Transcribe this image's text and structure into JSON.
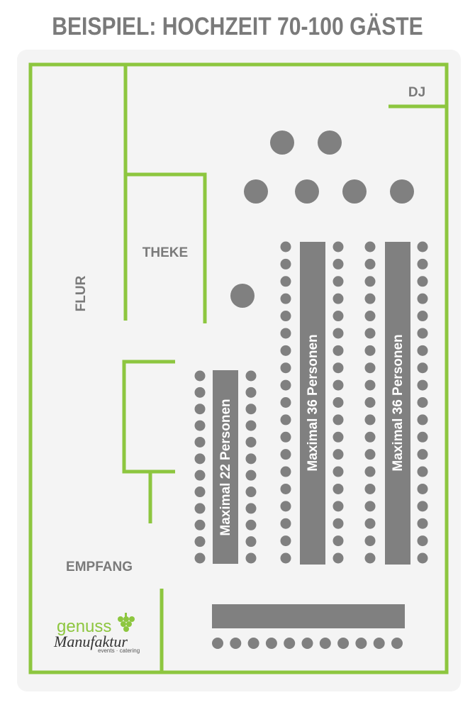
{
  "title": "BEISPIEL: HOCHZEIT 70-100 GÄSTE",
  "rooms": {
    "dj": "DJ",
    "theke": "THEKE",
    "flur": "FLUR",
    "empfang": "EMPFANG"
  },
  "tables": {
    "left": "Maximal 22 Personen",
    "middle": "Maximal 36 Personen",
    "right": "Maximal 36 Personen"
  },
  "logo": {
    "line1": "genuss",
    "line2": "Manufaktur",
    "line3": "events · catering"
  },
  "colors": {
    "accent": "#8dc63f",
    "furniture": "#808080",
    "label": "#7a7a7a",
    "panel": "#f4f4f4"
  }
}
